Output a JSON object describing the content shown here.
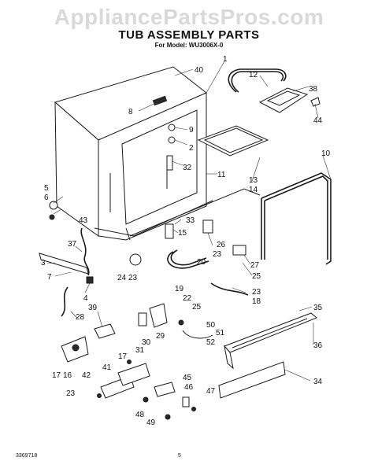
{
  "watermark": "AppliancePartsPros.com",
  "title": "TUB ASSEMBLY PARTS",
  "subtitle": "For Model: WU3006X-0",
  "footer": {
    "code": "3369718",
    "page": "5"
  },
  "callouts": [
    {
      "id": "c1",
      "label": "1"
    },
    {
      "id": "c2",
      "label": "2"
    },
    {
      "id": "c3",
      "label": "3"
    },
    {
      "id": "c4",
      "label": "4"
    },
    {
      "id": "c5",
      "label": "5"
    },
    {
      "id": "c6",
      "label": "6"
    },
    {
      "id": "c7",
      "label": "7"
    },
    {
      "id": "c8",
      "label": "8"
    },
    {
      "id": "c9",
      "label": "9"
    },
    {
      "id": "c10",
      "label": "10"
    },
    {
      "id": "c11",
      "label": "11"
    },
    {
      "id": "c12",
      "label": "12"
    },
    {
      "id": "c13",
      "label": "13"
    },
    {
      "id": "c14",
      "label": "14"
    },
    {
      "id": "c15",
      "label": "15"
    },
    {
      "id": "c16",
      "label": "16"
    },
    {
      "id": "c17",
      "label": "17"
    },
    {
      "id": "c17b",
      "label": "17"
    },
    {
      "id": "c18",
      "label": "18"
    },
    {
      "id": "c19",
      "label": "19"
    },
    {
      "id": "c20",
      "label": "20"
    },
    {
      "id": "c22",
      "label": "22"
    },
    {
      "id": "c23a",
      "label": "23"
    },
    {
      "id": "c23b",
      "label": "23"
    },
    {
      "id": "c23c",
      "label": "23"
    },
    {
      "id": "c23d",
      "label": "23"
    },
    {
      "id": "c24",
      "label": "24"
    },
    {
      "id": "c25a",
      "label": "25"
    },
    {
      "id": "c25b",
      "label": "25"
    },
    {
      "id": "c26",
      "label": "26"
    },
    {
      "id": "c27",
      "label": "27"
    },
    {
      "id": "c28",
      "label": "28"
    },
    {
      "id": "c29",
      "label": "29"
    },
    {
      "id": "c30",
      "label": "30"
    },
    {
      "id": "c31",
      "label": "31"
    },
    {
      "id": "c32",
      "label": "32"
    },
    {
      "id": "c33",
      "label": "33"
    },
    {
      "id": "c34",
      "label": "34"
    },
    {
      "id": "c35",
      "label": "35"
    },
    {
      "id": "c36",
      "label": "36"
    },
    {
      "id": "c37",
      "label": "37"
    },
    {
      "id": "c38",
      "label": "38"
    },
    {
      "id": "c39",
      "label": "39"
    },
    {
      "id": "c40",
      "label": "40"
    },
    {
      "id": "c41",
      "label": "41"
    },
    {
      "id": "c42",
      "label": "42"
    },
    {
      "id": "c43",
      "label": "43"
    },
    {
      "id": "c44",
      "label": "44"
    },
    {
      "id": "c45",
      "label": "45"
    },
    {
      "id": "c46",
      "label": "46"
    },
    {
      "id": "c47",
      "label": "47"
    },
    {
      "id": "c48",
      "label": "48"
    },
    {
      "id": "c49",
      "label": "49"
    },
    {
      "id": "c50",
      "label": "50"
    },
    {
      "id": "c51",
      "label": "51"
    },
    {
      "id": "c52",
      "label": "52"
    }
  ]
}
